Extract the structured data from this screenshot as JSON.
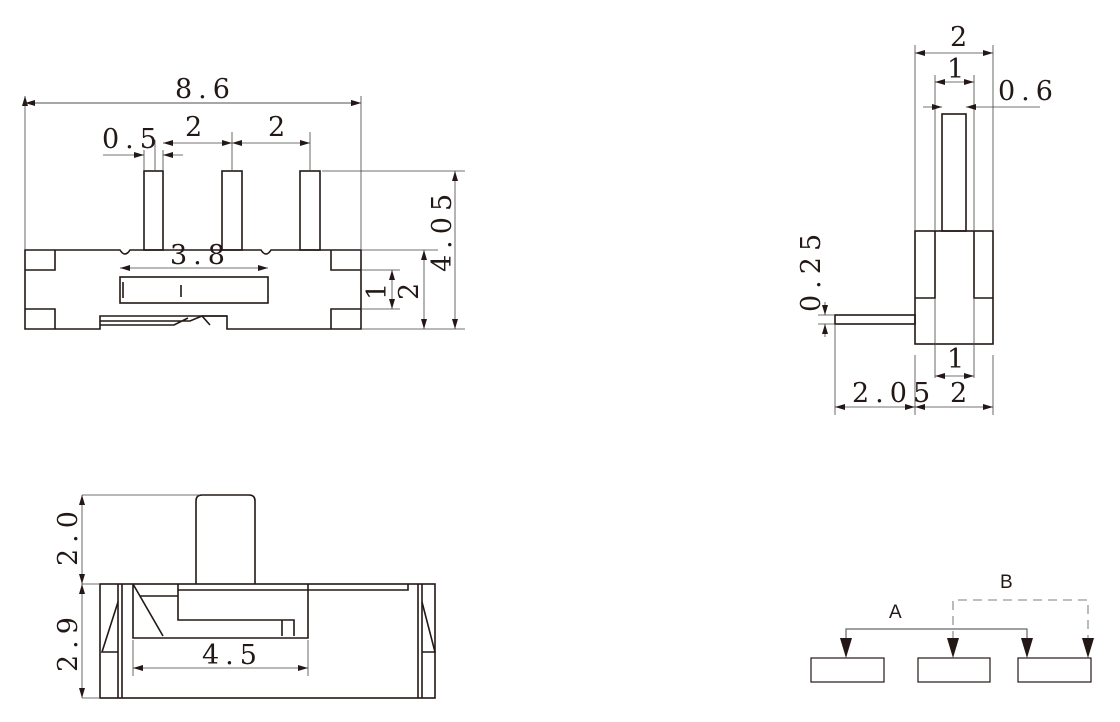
{
  "front_view": {
    "overall_width": "8.6",
    "pin_pitch_1": "2",
    "pin_pitch_2": "2",
    "pin_width": "0.5",
    "slot_width": "3.8",
    "total_height": "4.05",
    "body_height": "2",
    "slot_height": "1"
  },
  "side_view": {
    "body_width_top": "2",
    "shaft_outer": "1",
    "shaft_width": "0.6",
    "lead_thickness": "0.25",
    "lead_length": "2.05",
    "body_width_bottom": "2",
    "inner_width_bottom": "1"
  },
  "top_view": {
    "lever_height": "2.0",
    "body_height": "2.9",
    "travel": "4.5"
  },
  "switch_diagram": {
    "label_a": "A",
    "label_b": "B"
  }
}
